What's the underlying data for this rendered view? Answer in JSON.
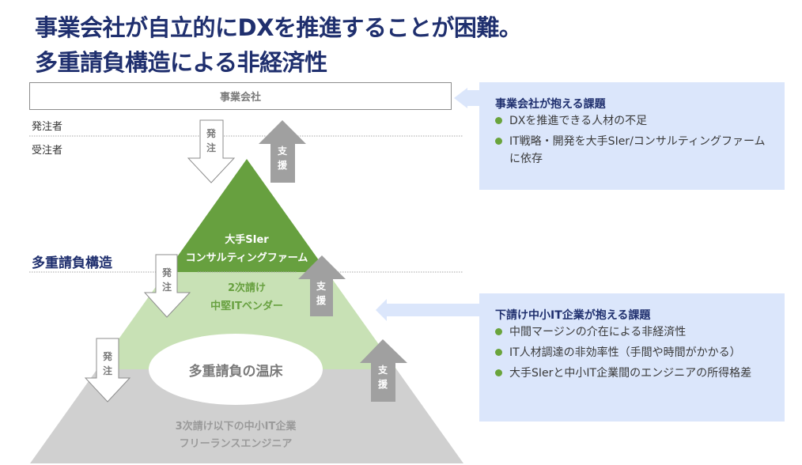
{
  "title": {
    "line1": "事業会社が自立的にDXを推進することが困難。",
    "line2": "多重請負構造による非経済性"
  },
  "labels": {
    "client_company": "事業会社",
    "orderer": "発注者",
    "contractor": "受注者",
    "multi_layer_structure": "多重請負構造"
  },
  "arrows": {
    "order": [
      "発",
      "注"
    ],
    "support": [
      "支",
      "援"
    ]
  },
  "pyramid": {
    "tier1": {
      "line1": "大手SIer",
      "line2": "コンサルティングファーム",
      "color": "#67a03f"
    },
    "tier2": {
      "line1": "2次請け",
      "line2": "中堅ITベンダー",
      "color": "#c8e1b5",
      "text_color": "#67a03f"
    },
    "tier3": {
      "line1": "3次請け以下の中小IT企業",
      "line2": "フリーランスエンジニア",
      "color": "#d0d0d0",
      "text_color": "#9a9a9a"
    },
    "hotbed": "多重請負の温床"
  },
  "panels": {
    "client_issues": {
      "title": "事業会社が抱える課題",
      "items": [
        "DXを推進できる人材の不足",
        "IT戦略・開発を大手SIer/コンサルティングファームに依存"
      ]
    },
    "subcontractor_issues": {
      "title": "下請け中小IT企業が抱える課題",
      "items": [
        "中間マージンの介在による非経済性",
        "IT人材調達の非効率性（手間や時間がかかる）",
        "大手SIerと中小IT企業間のエンジニアの所得格差"
      ]
    }
  },
  "colors": {
    "title": "#1f2f6e",
    "panel_bg": "#dbe6fb",
    "bullet": "#6aa43c",
    "support_arrow": "#a0a0a0"
  }
}
